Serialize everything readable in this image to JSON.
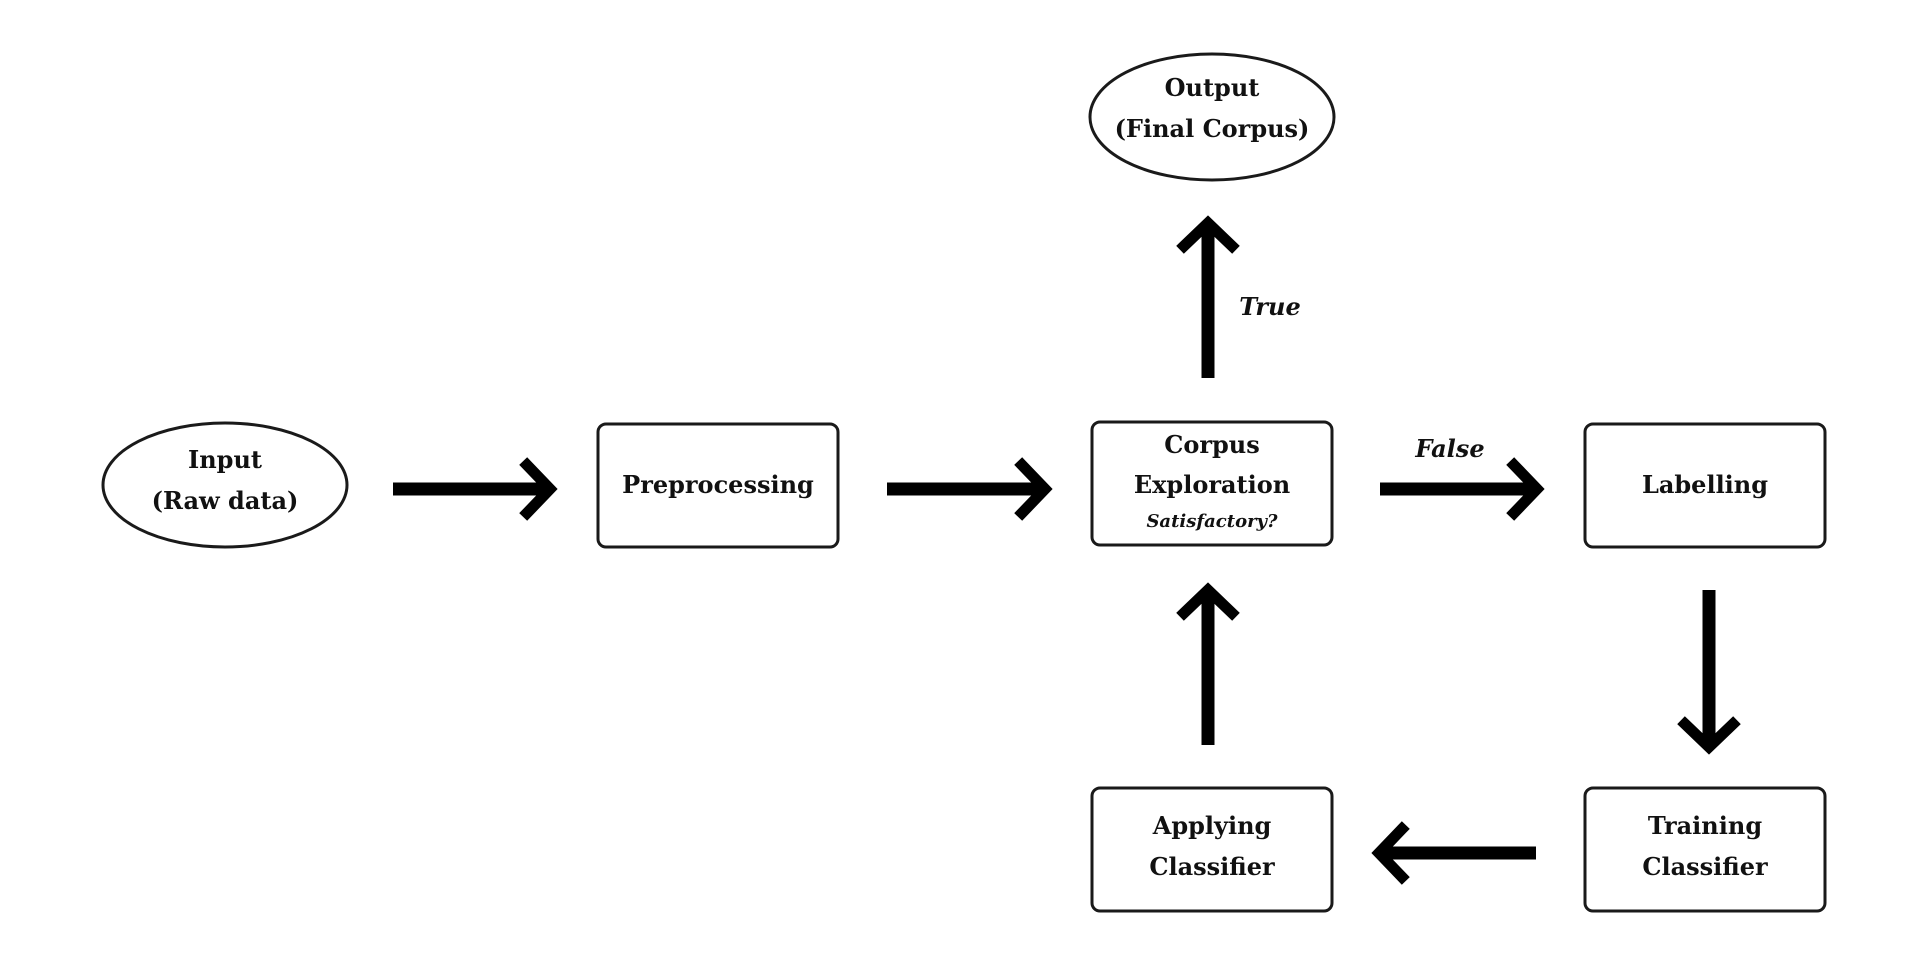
{
  "nodes": {
    "input": {
      "line1": "Input",
      "line2": "(Raw data)"
    },
    "preprocessing": {
      "label": "Preprocessing"
    },
    "corpus_exploration": {
      "line1": "Corpus",
      "line2": "Exploration",
      "question": "Satisfactory?"
    },
    "labelling": {
      "label": "Labelling"
    },
    "training_classifier": {
      "line1": "Training",
      "line2": "Classifier"
    },
    "applying_classifier": {
      "line1": "Applying",
      "line2": "Classifier"
    },
    "output": {
      "line1": "Output",
      "line2": "(Final Corpus)"
    }
  },
  "edges": {
    "true_label": "True",
    "false_label": "False"
  }
}
